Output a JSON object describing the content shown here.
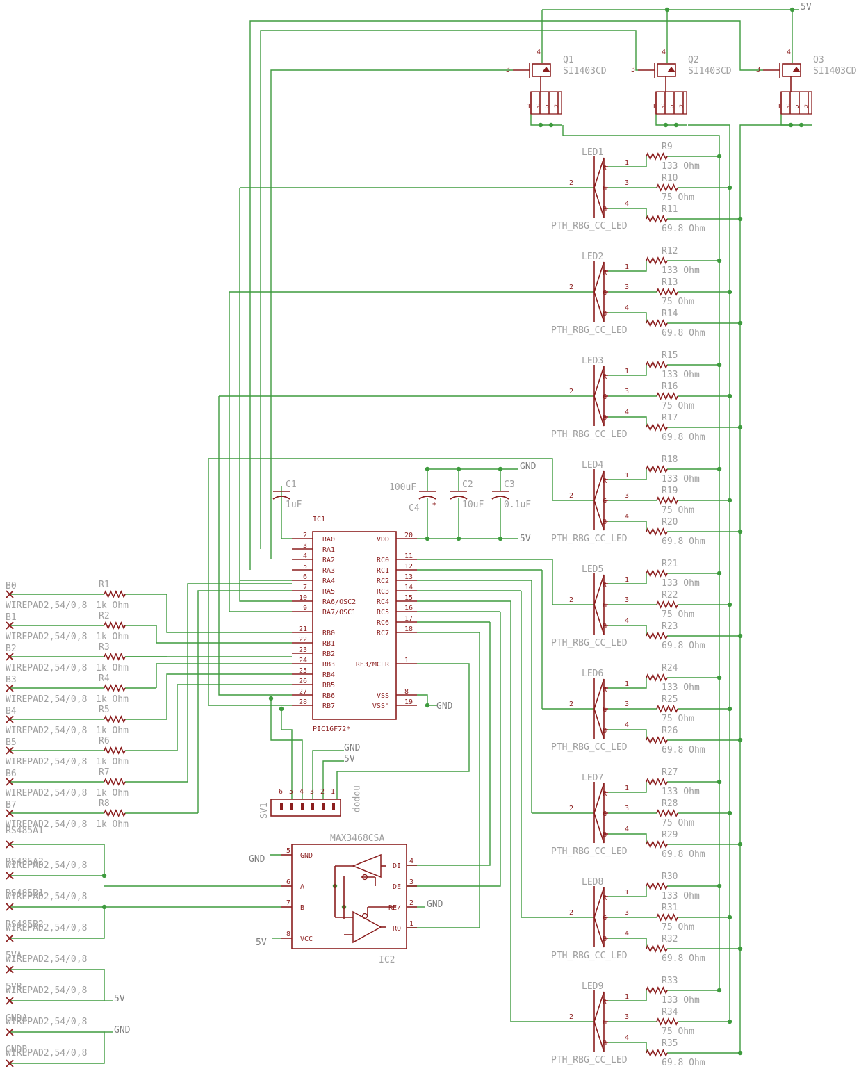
{
  "colors": {
    "wire": "#3e9b3e",
    "part": "#8b1e1e",
    "label": "#a0a0a0"
  },
  "nets": {
    "v5": "5V",
    "gnd": "GND"
  },
  "mosfets": [
    {
      "name": "Q1",
      "value": "SI1403CD"
    },
    {
      "name": "Q2",
      "value": "SI1403CD"
    },
    {
      "name": "Q3",
      "value": "SI1403CD"
    }
  ],
  "led_part": "PTH_RBG_CC_LED",
  "leds": [
    {
      "name": "LED1",
      "res": [
        "R9",
        "R10",
        "R11"
      ]
    },
    {
      "name": "LED2",
      "res": [
        "R12",
        "R13",
        "R14"
      ]
    },
    {
      "name": "LED3",
      "res": [
        "R15",
        "R16",
        "R17"
      ]
    },
    {
      "name": "LED4",
      "res": [
        "R18",
        "R19",
        "R20"
      ]
    },
    {
      "name": "LED5",
      "res": [
        "R21",
        "R22",
        "R23"
      ]
    },
    {
      "name": "LED6",
      "res": [
        "R24",
        "R25",
        "R26"
      ]
    },
    {
      "name": "LED7",
      "res": [
        "R27",
        "R28",
        "R29"
      ]
    },
    {
      "name": "LED8",
      "res": [
        "R30",
        "R31",
        "R32"
      ]
    },
    {
      "name": "LED9",
      "res": [
        "R33",
        "R34",
        "R35"
      ]
    }
  ],
  "led_res_values": [
    "133 Ohm",
    "75 Ohm",
    "69.8 Ohm"
  ],
  "led_pins": [
    "1",
    "2",
    "3",
    "4"
  ],
  "led_letters": [
    "R",
    "G",
    "B"
  ],
  "caps": [
    {
      "name": "C1",
      "value": "1uF"
    },
    {
      "name": "C4",
      "value": "100uF"
    },
    {
      "name": "C2",
      "value": "10uF"
    },
    {
      "name": "C3",
      "value": "0.1uF"
    }
  ],
  "mcu": {
    "name": "IC1",
    "part": "PIC16F72*",
    "left_pins": [
      {
        "num": "2",
        "name": "RA0"
      },
      {
        "num": "3",
        "name": "RA1"
      },
      {
        "num": "4",
        "name": "RA2"
      },
      {
        "num": "5",
        "name": "RA3"
      },
      {
        "num": "6",
        "name": "RA4"
      },
      {
        "num": "7",
        "name": "RA5"
      },
      {
        "num": "10",
        "name": "RA6/OSC2"
      },
      {
        "num": "9",
        "name": "RA7/OSC1"
      },
      {
        "num": "21",
        "name": "RB0"
      },
      {
        "num": "22",
        "name": "RB1"
      },
      {
        "num": "23",
        "name": "RB2"
      },
      {
        "num": "24",
        "name": "RB3"
      },
      {
        "num": "25",
        "name": "RB4"
      },
      {
        "num": "26",
        "name": "RB5"
      },
      {
        "num": "27",
        "name": "RB6"
      },
      {
        "num": "28",
        "name": "RB7"
      }
    ],
    "right_pins": [
      {
        "num": "20",
        "name": "VDD"
      },
      {
        "num": "11",
        "name": "RC0"
      },
      {
        "num": "12",
        "name": "RC1"
      },
      {
        "num": "13",
        "name": "RC2"
      },
      {
        "num": "14",
        "name": "RC3"
      },
      {
        "num": "15",
        "name": "RC4"
      },
      {
        "num": "16",
        "name": "RC5"
      },
      {
        "num": "17",
        "name": "RC6"
      },
      {
        "num": "18",
        "name": "RC7"
      },
      {
        "num": "1",
        "name": "RE3/MCLR"
      },
      {
        "num": "8",
        "name": "VSS"
      },
      {
        "num": "19",
        "name": "VSS'"
      }
    ]
  },
  "inputs": [
    {
      "pad": "B0",
      "res": "R1"
    },
    {
      "pad": "B1",
      "res": "R2"
    },
    {
      "pad": "B2",
      "res": "R3"
    },
    {
      "pad": "B3",
      "res": "R4"
    },
    {
      "pad": "B4",
      "res": "R5"
    },
    {
      "pad": "B5",
      "res": "R6"
    },
    {
      "pad": "B6",
      "res": "R7"
    },
    {
      "pad": "B7",
      "res": "R8"
    }
  ],
  "input_res_value": "1k Ohm",
  "input_pad_type": "WIREPAD2,54/0,8",
  "pads": [
    "RS485A1",
    "RS485A2",
    "RS485B1",
    "RS485B2",
    "5VA",
    "5VB",
    "GNDA",
    "GNDB"
  ],
  "header": {
    "name": "SV1",
    "value": "nopop",
    "pins": [
      "6",
      "5",
      "4",
      "3",
      "2",
      "1"
    ]
  },
  "transceiver": {
    "name": "IC2",
    "part": "MAX3468CSA",
    "left_pins": [
      {
        "num": "5",
        "name": "GND"
      },
      {
        "num": "6",
        "name": "A"
      },
      {
        "num": "7",
        "name": "B"
      },
      {
        "num": "8",
        "name": "VCC"
      }
    ],
    "right_pins": [
      {
        "num": "4",
        "name": "DI"
      },
      {
        "num": "3",
        "name": "DE"
      },
      {
        "num": "2",
        "name": "RE/"
      },
      {
        "num": "1",
        "name": "RO"
      }
    ]
  }
}
